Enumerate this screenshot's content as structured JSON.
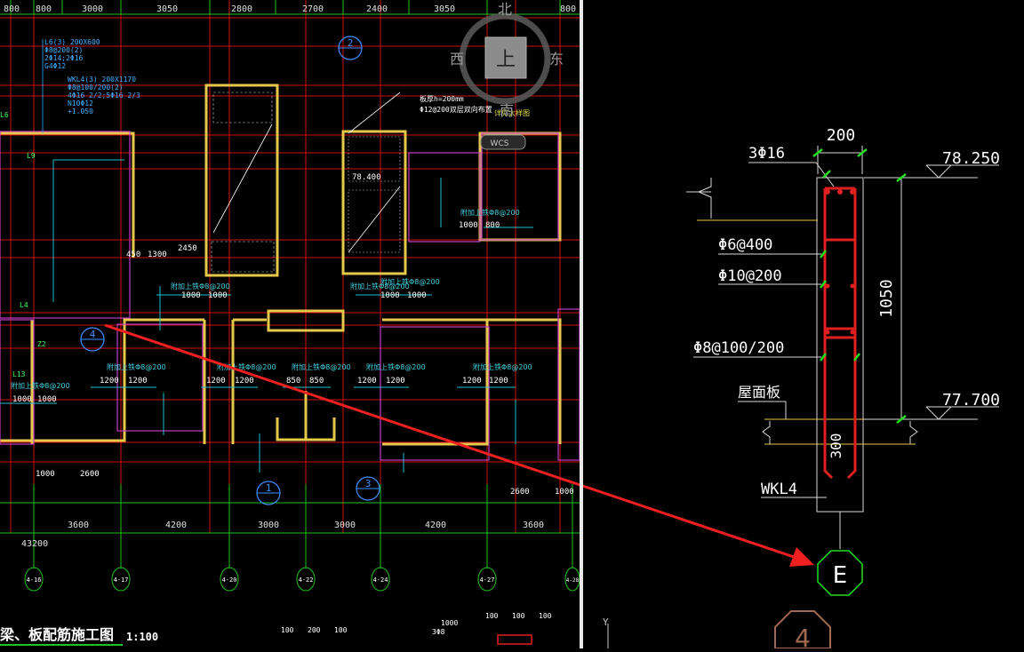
{
  "left_panel": {
    "top_dimensions": [
      "800",
      "800",
      "3000",
      "3050",
      "2800",
      "2700",
      "2400",
      "3050",
      "800"
    ],
    "bottom_dimensions": [
      "3600",
      "4200",
      "3000",
      "3000",
      "4200",
      "3600"
    ],
    "total_dimension": "43200",
    "axis_bubbles": [
      "4-16",
      "4-17",
      "4-20",
      "4-22",
      "4-24",
      "4-27",
      "4-28"
    ],
    "section_markers": [
      "1",
      "2",
      "3",
      "4"
    ],
    "callout_left": [
      "L6(3) 200X600",
      "Φ8@200(2)",
      "2Φ14;2Φ16",
      "G4Φ12"
    ],
    "callout_wkl": [
      "WKL4(3) 200X1170",
      "Φ8@100/200(2)",
      "4Φ16 2/2;5Φ16 2/3",
      "N10Φ12",
      "+1.050"
    ],
    "slab_note": [
      "板厚h=200mm",
      "Φ12@200双层双向布置"
    ],
    "stair_note": "详见大样图",
    "elevation_mark": "78.400",
    "rebar_labels": [
      "附加上铁Φ8@200",
      "附加上铁Φ8@200",
      "附加上铁Φ8@200",
      "附加上铁Φ8@200",
      "附加上铁Φ8@200",
      "附加上铁Φ8@200",
      "附加上铁Φ8@200",
      "附加上铁Φ8@200",
      "附加上铁Φ8@200",
      "附加上铁Φ8@200"
    ],
    "small_dims": [
      "1000",
      "1000",
      "1000",
      "1000",
      "1200",
      "1200",
      "1200",
      "1200",
      "850",
      "850",
      "1200",
      "1200",
      "1200",
      "1200",
      "1000",
      "1000",
      "2450",
      "1300",
      "450",
      "2600",
      "1000",
      "2600",
      "1000",
      "1000",
      "800"
    ],
    "drawing_title": "梁、板配筋施工图",
    "scale": "1:100",
    "misc_labels": [
      "L9",
      "L4",
      "L13",
      "Z2",
      "L6",
      "1000",
      "3Φ8",
      "100",
      "200",
      "100",
      "100",
      "100",
      "100"
    ],
    "wcs": "WCS"
  },
  "viewcube": {
    "north": "北",
    "south": "南",
    "east": "东",
    "west": "西",
    "top": "上"
  },
  "detail": {
    "width_dim": "200",
    "top_rebar": "3Φ16",
    "top_elevation": "78.250",
    "tie_label": "Φ6@400",
    "side_bar_label": "Φ10@200",
    "stirrup_label": "Φ8@100/200",
    "height_dim": "1050",
    "slab_label": "屋面板",
    "bottom_elevation": "77.700",
    "slab_dim": "300",
    "beam_label": "WKL4",
    "axis_label": "E",
    "bottom_marker": "4",
    "ucs_label": "Y"
  },
  "colors": {
    "background": "#000000",
    "grid_red": "#e01010",
    "axis_green": "#20e020",
    "wall_yellow": "#e6c84a",
    "cyan_text": "#20d0e0",
    "magenta": "#d040d0",
    "white": "#ffffff",
    "arrow": "#f02020"
  }
}
